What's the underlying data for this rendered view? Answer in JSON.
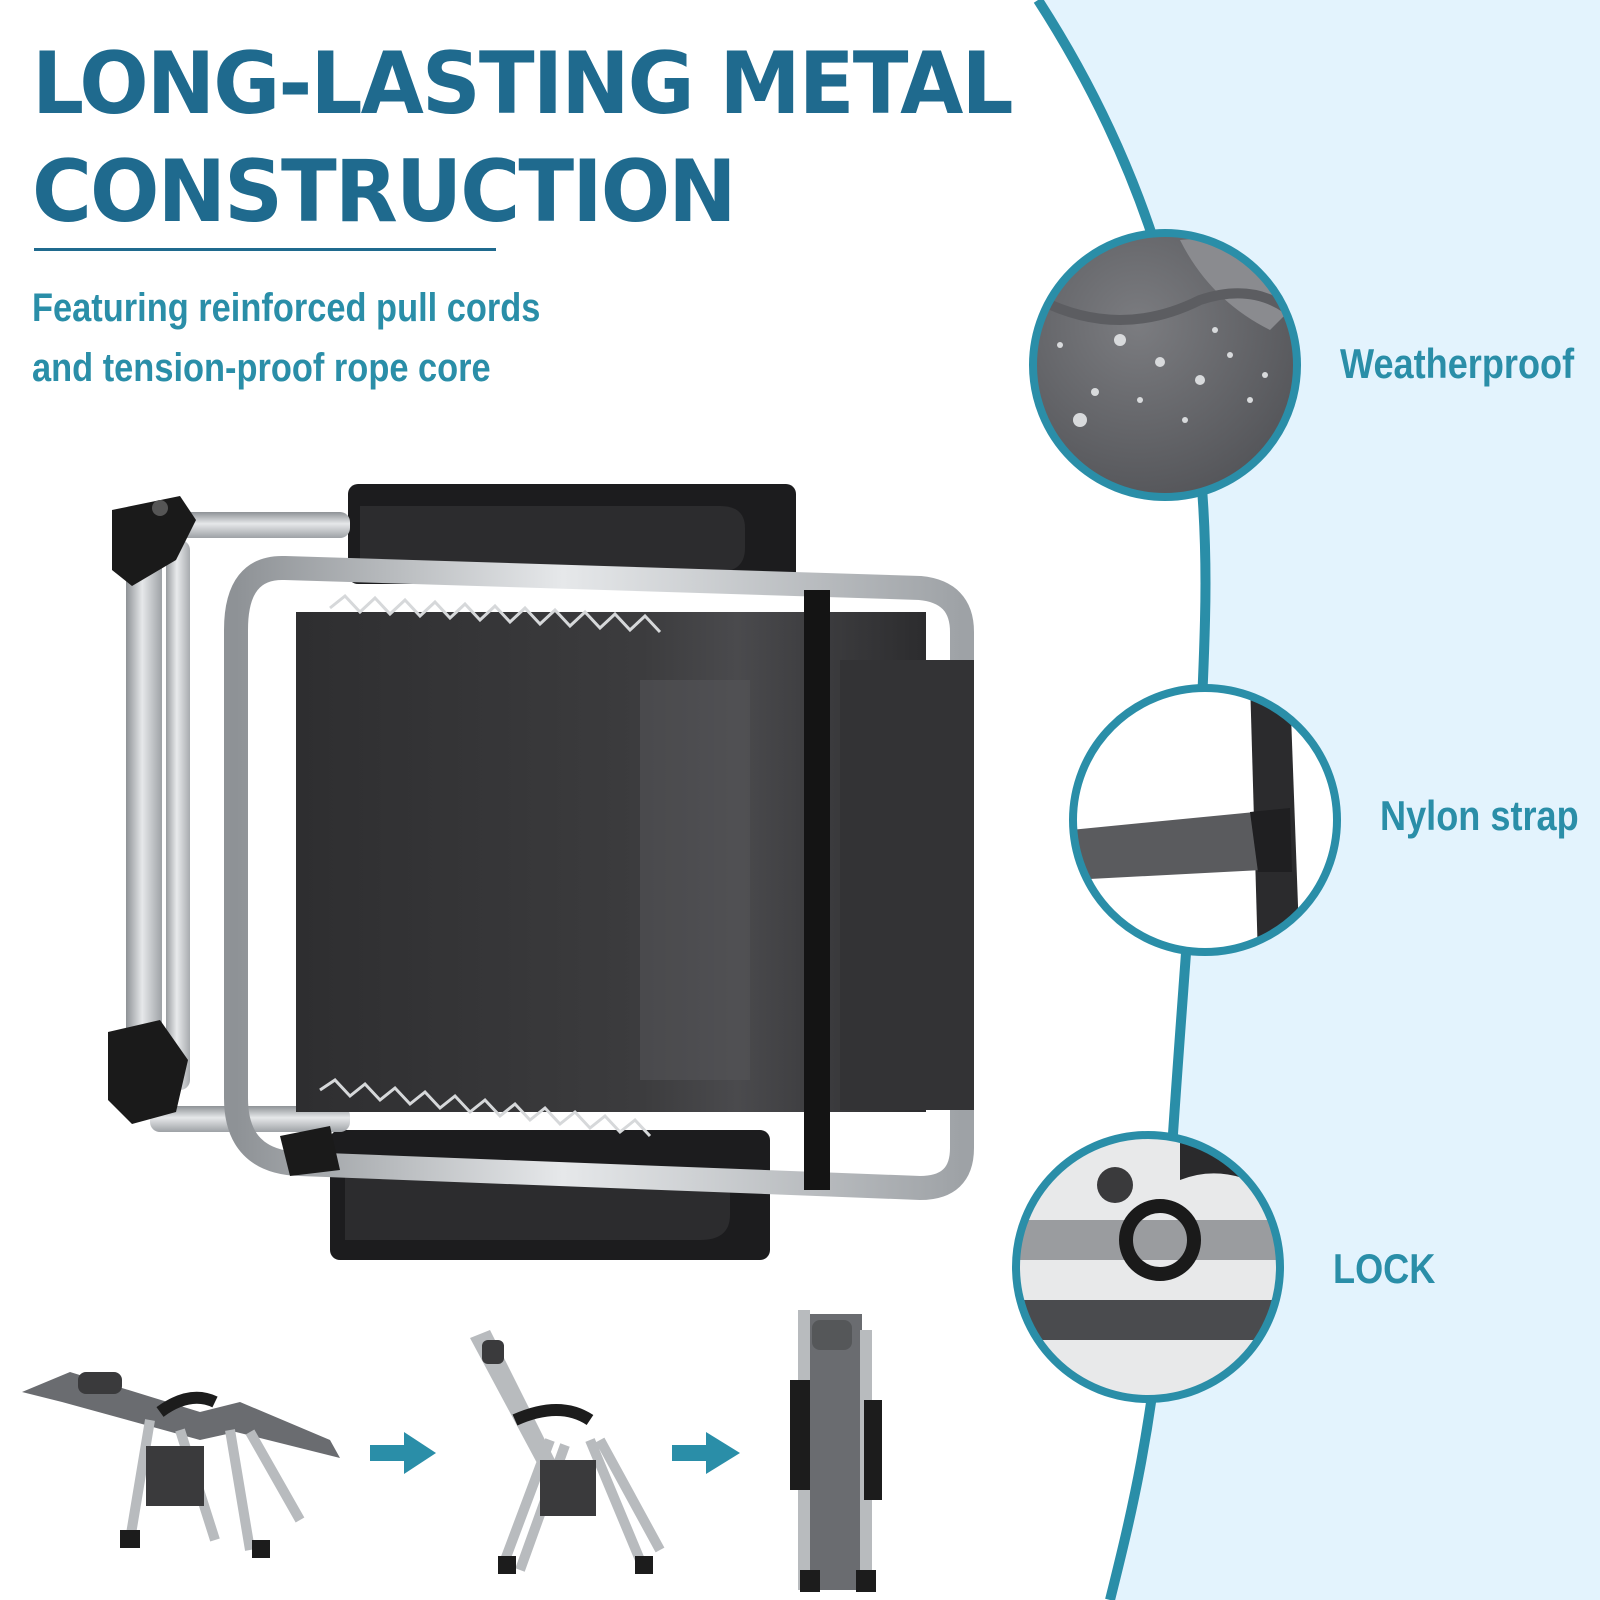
{
  "headline": {
    "line1": "LONG-LASTING METAL",
    "line2": "CONSTRUCTION"
  },
  "subheadline": {
    "line1": "Featuring reinforced pull cords",
    "line2": "and tension-proof rope core"
  },
  "features": [
    {
      "label": "Weatherproof",
      "icon": "water-droplets-icon"
    },
    {
      "label": "Nylon strap",
      "icon": "nylon-strap-icon"
    },
    {
      "label": "LOCK",
      "icon": "lock-ring-icon"
    }
  ],
  "folding_steps": [
    "reclined-chair",
    "upright-chair",
    "folded-chair"
  ],
  "colors": {
    "heading": "#1f6a8e",
    "accent": "#2a8ea8",
    "panel_bg": "#e3f3fd",
    "frame_silver": "#c9ccd0",
    "fabric_dark": "#3a3a3c"
  }
}
